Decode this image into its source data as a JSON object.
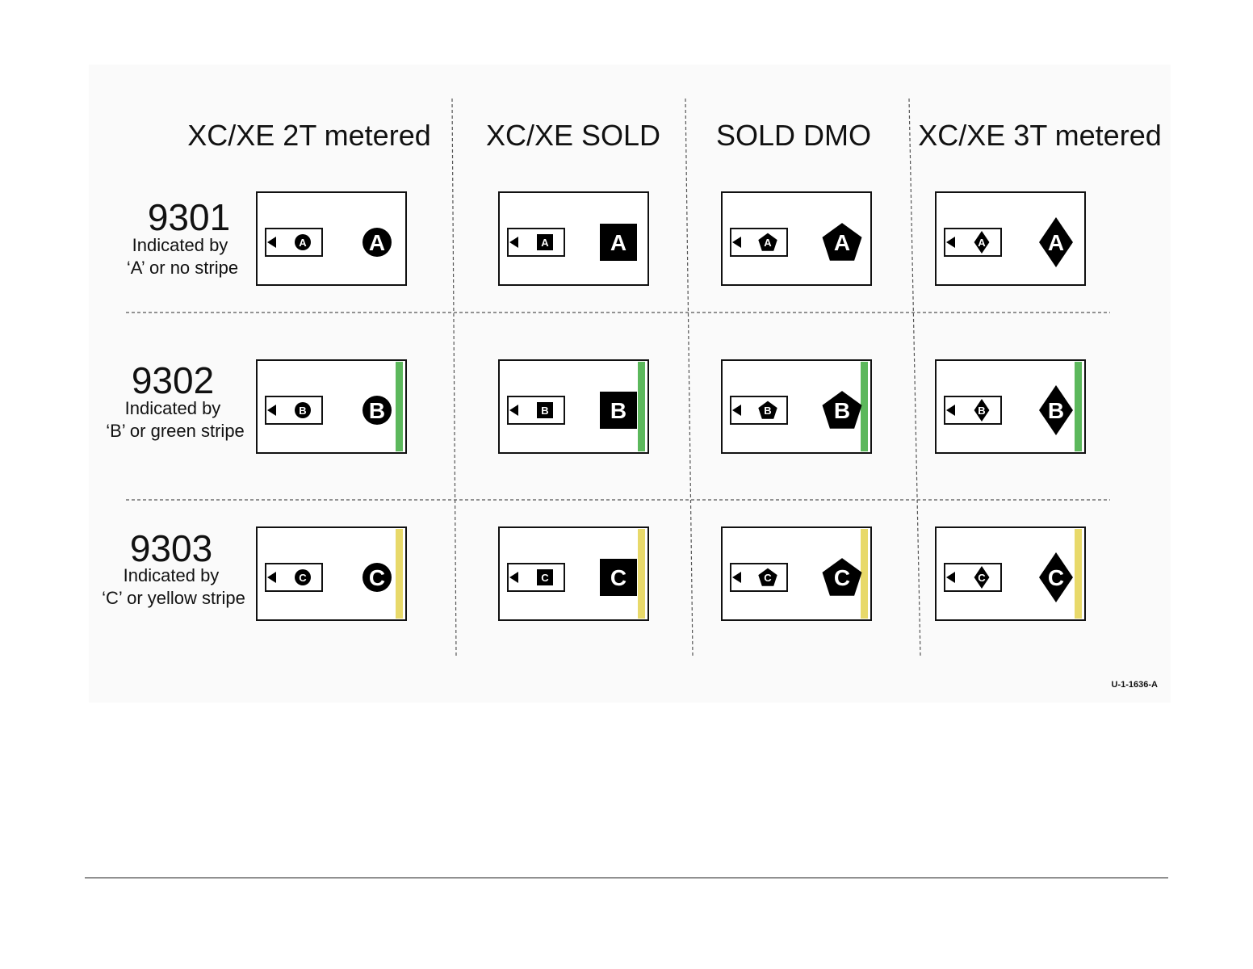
{
  "columns": [
    {
      "label": "XC/XE 2T metered",
      "shape": "circle"
    },
    {
      "label": "XC/XE SOLD",
      "shape": "square"
    },
    {
      "label": "SOLD DMO",
      "shape": "pentagon"
    },
    {
      "label": "XC/XE 3T metered",
      "shape": "diamond"
    }
  ],
  "rows": [
    {
      "code": "9301",
      "line1": "Indicated by",
      "line2": "‘A’ or no stripe",
      "letter": "A",
      "stripe": "none"
    },
    {
      "code": "9302",
      "line1": "Indicated by",
      "line2": "‘B’ or green stripe",
      "letter": "B",
      "stripe": "#5cb85c"
    },
    {
      "code": "9303",
      "line1": "Indicated by",
      "line2": "‘C’ or yellow stripe",
      "letter": "C",
      "stripe": "#e8d96a"
    }
  ],
  "figure_code": "U-1-1636-A",
  "colors": {
    "green_stripe": "#5cb85c",
    "yellow_stripe": "#e8d96a",
    "symbol": "#000000"
  }
}
